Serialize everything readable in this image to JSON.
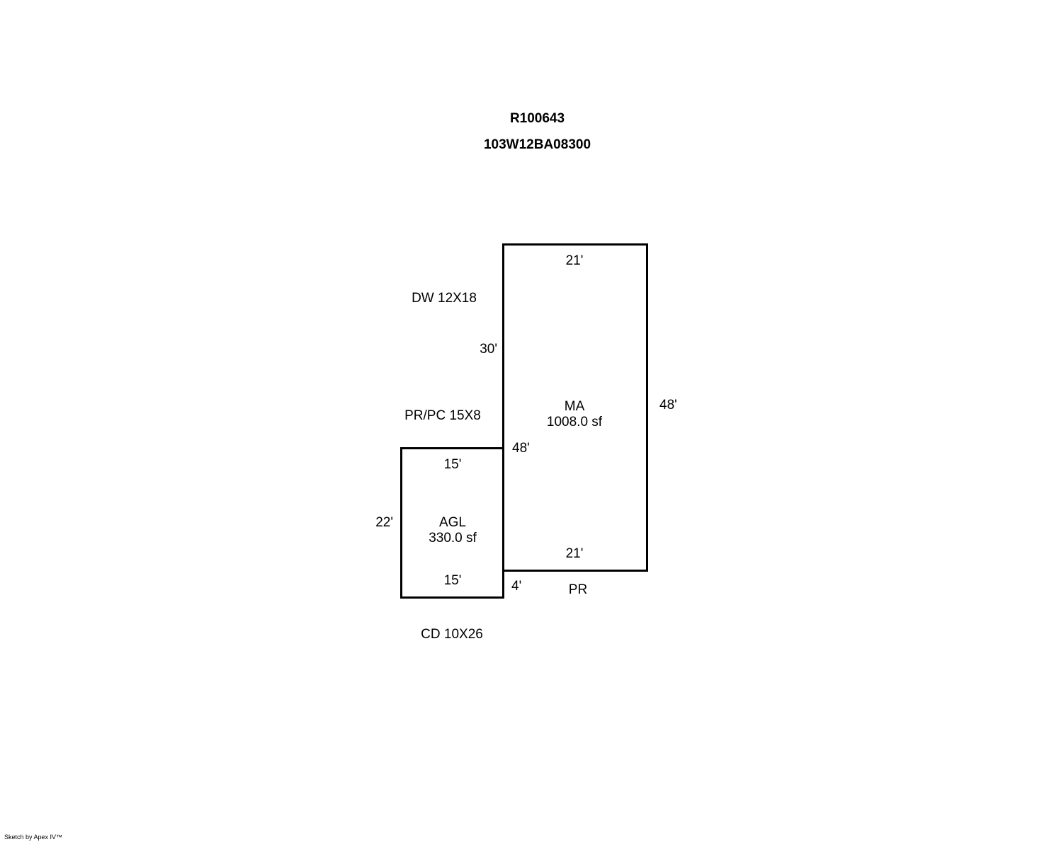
{
  "header": {
    "record_id": "R100643",
    "parcel_number": "103W12BA08300"
  },
  "areas": {
    "main": {
      "code": "MA",
      "area": "1008.0 sf",
      "top_dim": "21'",
      "bottom_dim": "21'",
      "left_dim_upper": "30'",
      "left_dim_lower": "48'",
      "right_dim": "48'"
    },
    "garage": {
      "code": "AGL",
      "area": "330.0 sf",
      "top_dim": "15'",
      "bottom_dim": "15'",
      "left_dim": "22'"
    }
  },
  "annotations": {
    "driveway": "DW 12X18",
    "porch_covered": "PR/PC 15X8",
    "porch": "PR",
    "porch_dim": "4'",
    "deck": "CD 10X26"
  },
  "footer": {
    "credit": "Sketch by Apex IV™"
  }
}
